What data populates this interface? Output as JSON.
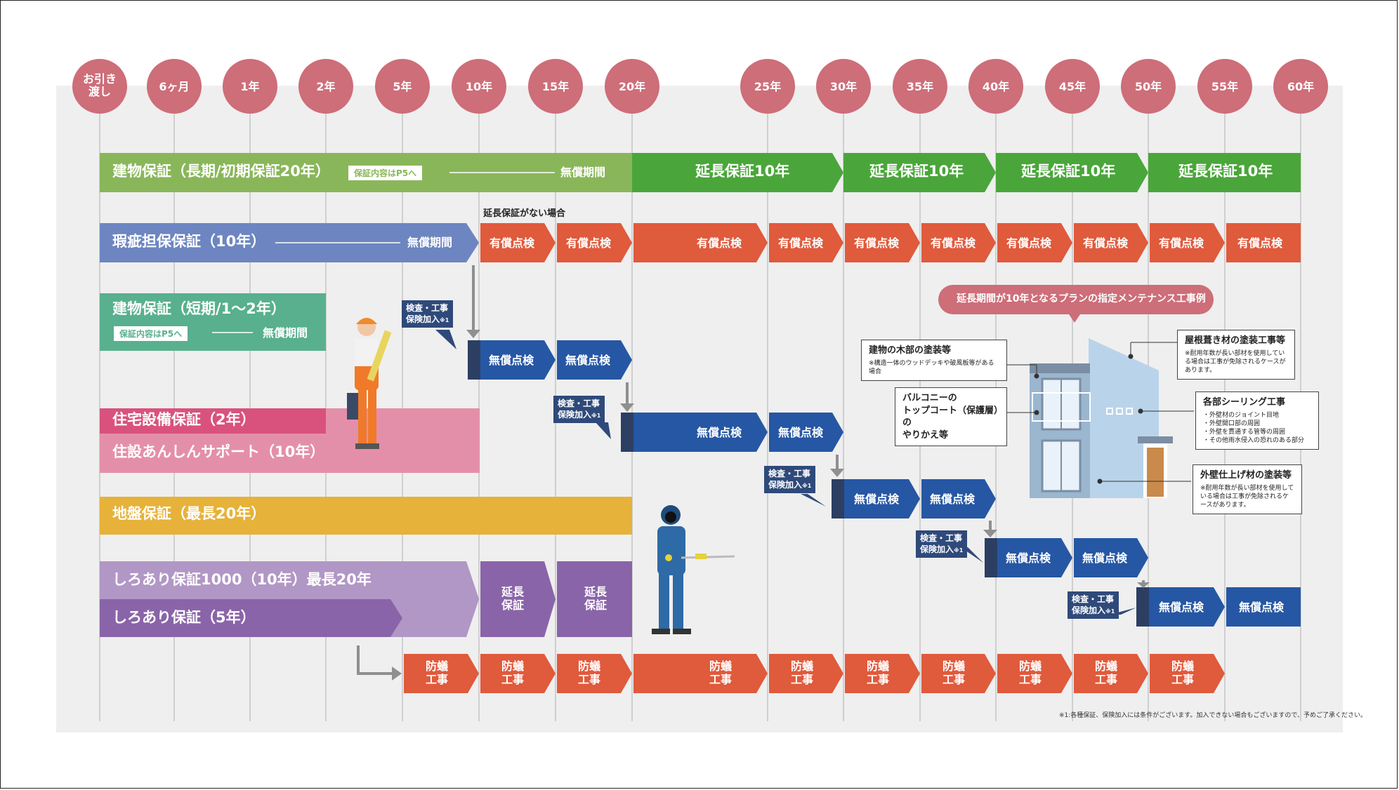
{
  "timeline": [
    "お引き渡し",
    "6ヶ月",
    "1年",
    "2年",
    "5年",
    "10年",
    "15年",
    "20年",
    "25年",
    "30年",
    "35年",
    "40年",
    "45年",
    "50年",
    "55年",
    "60年"
  ],
  "rows": {
    "building_long": {
      "title": "建物保証（長期/初期保証20年）",
      "pill": "保証内容はP5へ",
      "free": "無償期間",
      "ext": [
        "延長保証10年",
        "延長保証10年",
        "延長保証10年",
        "延長保証10年"
      ]
    },
    "defect": {
      "title": "瑕疵担保保証（10年）",
      "free": "無償期間",
      "note": "延長保証がない場合",
      "paid": "有償点検"
    },
    "building_short": {
      "title": "建物保証（短期/1～2年）",
      "pill": "保証内容はP5へ",
      "free": "無償期間"
    },
    "equipment": {
      "title": "住宅設備保証（2年）",
      "support": "住設あんしんサポート（10年）"
    },
    "ground": {
      "title": "地盤保証（最長20年）"
    },
    "termite": {
      "title1000": "しろあり保証1000（10年）最長20年",
      "title5": "しろあり保証（5年）",
      "ext_l1": "延長",
      "ext_l2": "保証"
    },
    "free_check": "無償点検",
    "inspect_l1": "検査・工事",
    "inspect_l2": "保険加入",
    "inspect_mark": "※1",
    "antitermite_l1": "防蟻",
    "antitermite_l2": "工事"
  },
  "maintenance": {
    "header": "延長期間が10年となるプランの指定メンテナンス工事例",
    "wood_title": "建物の木部の塗装等",
    "wood_sub": "※構造一体のウッドデッキや破風板等がある場合",
    "balcony_l1": "バルコニーの",
    "balcony_l2": "トップコート（保護層）の",
    "balcony_l3": "やりかえ等",
    "roof_title": "屋根葺き材の塗装工事等",
    "roof_sub": "※耐用年数が長い部材を使用している場合は工事が免除されるケースがあります。",
    "seal_title": "各部シーリング工事",
    "seal_items": [
      "・外壁材のジョイント目地",
      "・外壁開口部の周囲",
      "・外壁を貫通する管等の周囲",
      "・その他雨水侵入の恐れのある部分"
    ],
    "wall_title": "外壁仕上げ材の塗装等",
    "wall_sub": "※耐用年数が長い部材を使用している場合は工事が免除されるケースがあります。"
  },
  "footnote": "※1:各種保証、保険加入には条件がございます。加入できない場合もございますので、予めご了承ください。",
  "colors": {
    "circle": "#cd6e79",
    "green": "#8ab65a",
    "dark_green": "#4aa63a",
    "blue_row": "#6d86c1",
    "teal": "#58b08e",
    "orange": "#e05a3c",
    "navy": "#2657a4",
    "pink_dark": "#d9527d",
    "pink_light": "#e48fa9",
    "gold": "#e6b23a",
    "purple_light": "#b197c5",
    "purple_dark": "#8a64a8"
  }
}
